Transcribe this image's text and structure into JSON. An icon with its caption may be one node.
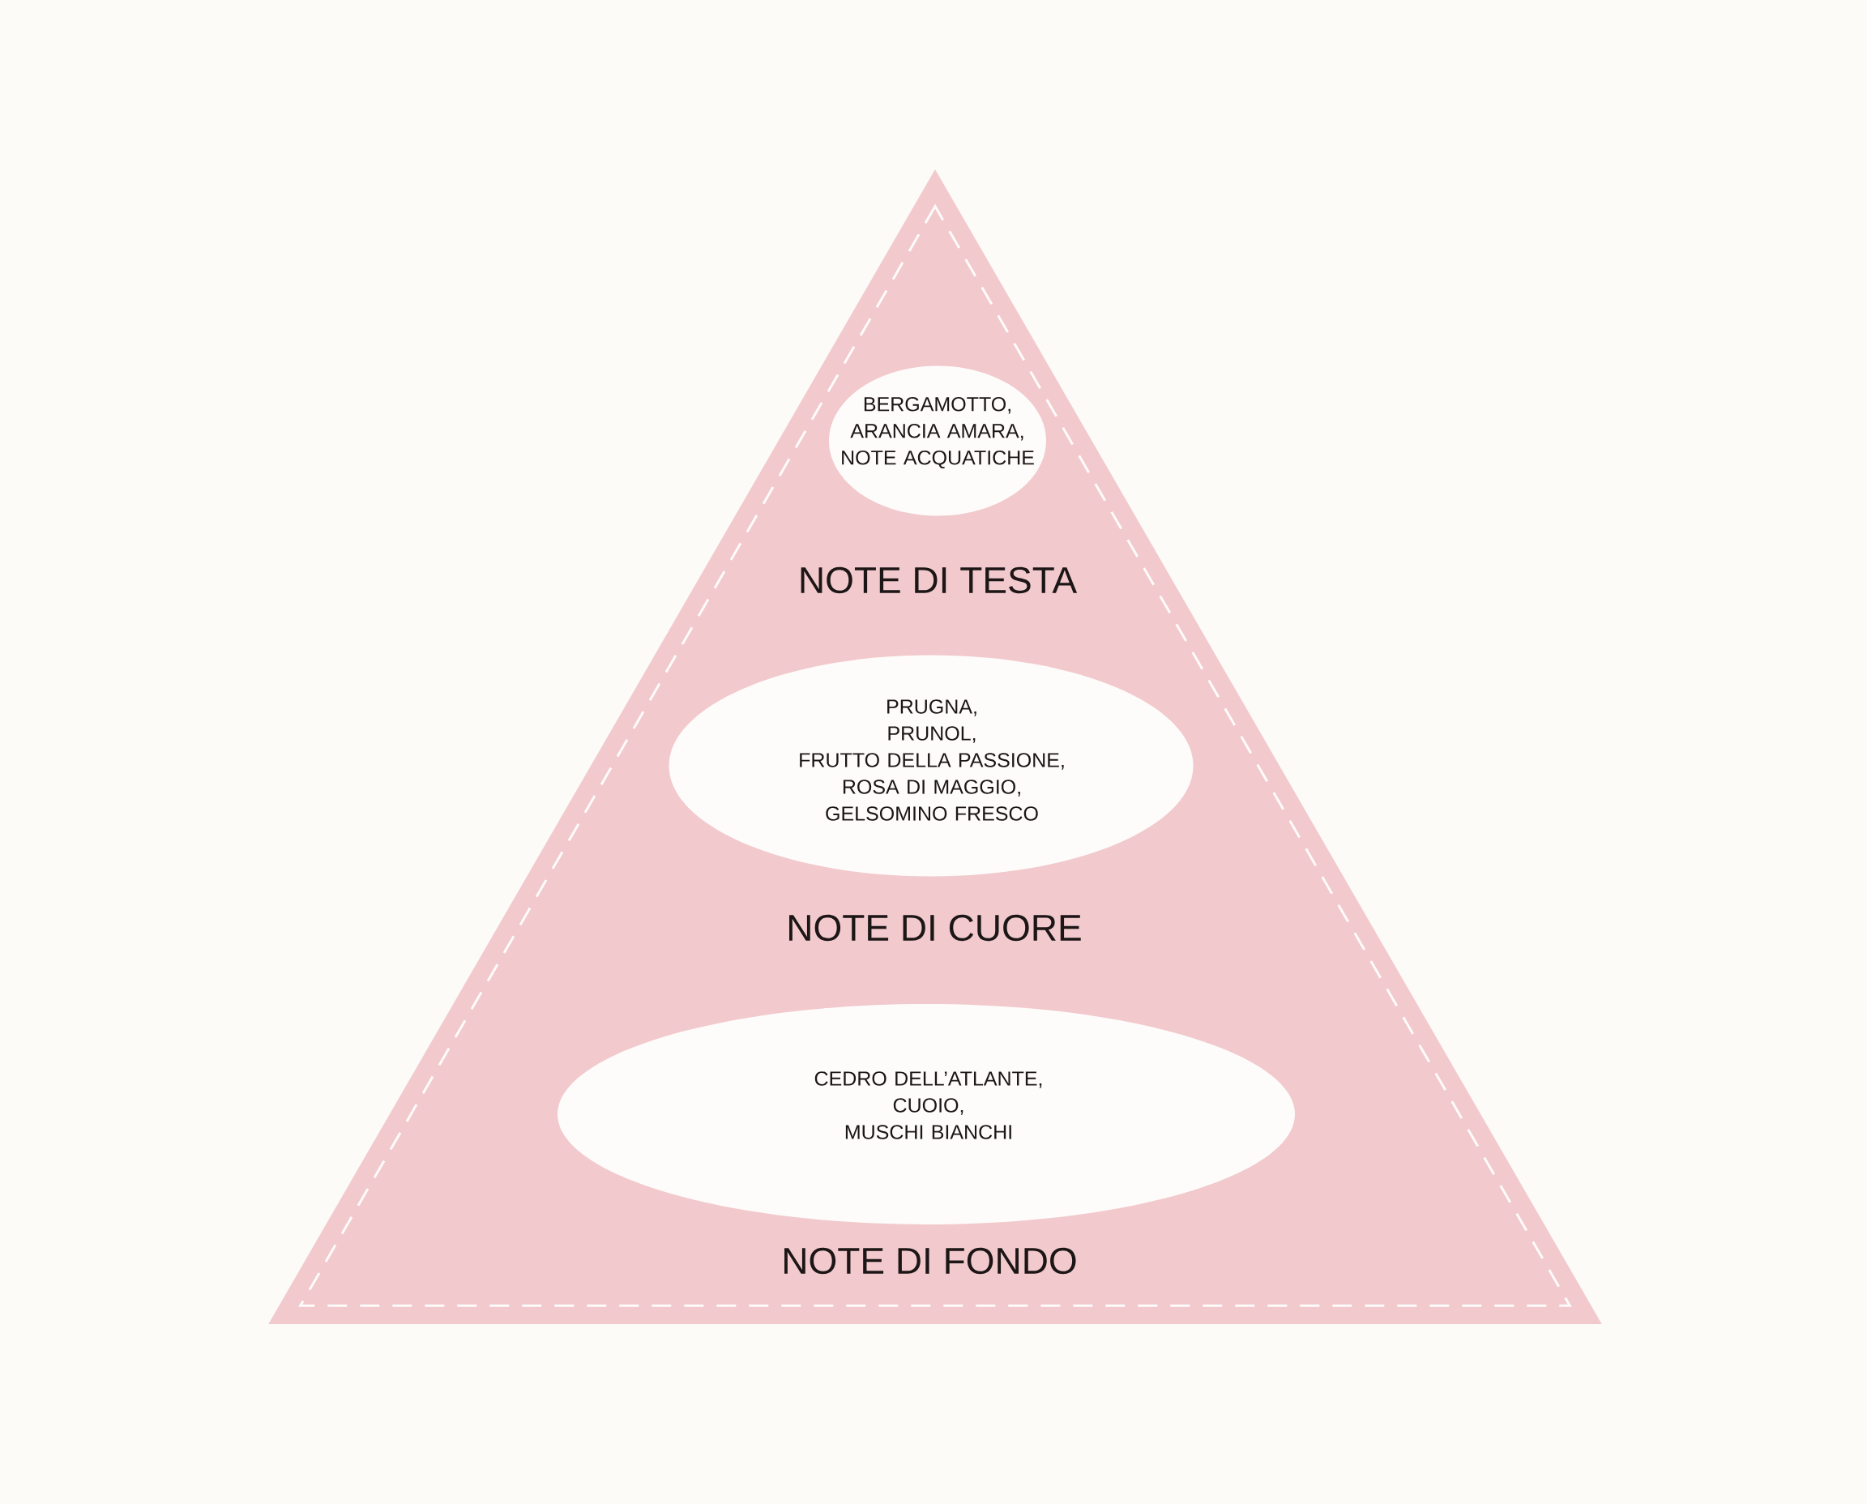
{
  "diagram": {
    "nodes": [
      {
        "text": [
          "NOTE DI TESTA",
          "NOTE DI CUORE",
          "NOTE DI FONDO"
        ]
      },
      {
        "text": [
          "BERGAMOTTO, ARANCIA AMARA, NOTE ACQUATICHE"
        ],
        "in": 0
      },
      {
        "text": [
          "PRUGNA, PRUNOL, FRUTTO DELLA PASSIONE, ROSA DI MAGGIO, GELSOMINO FRESCO"
        ],
        "in": 0
      },
      {
        "text": [
          "CEDRO DELL’ATLANTE, CUOIO, MUSCHI BIANCHI"
        ],
        "in": 0
      }
    ]
  }
}
